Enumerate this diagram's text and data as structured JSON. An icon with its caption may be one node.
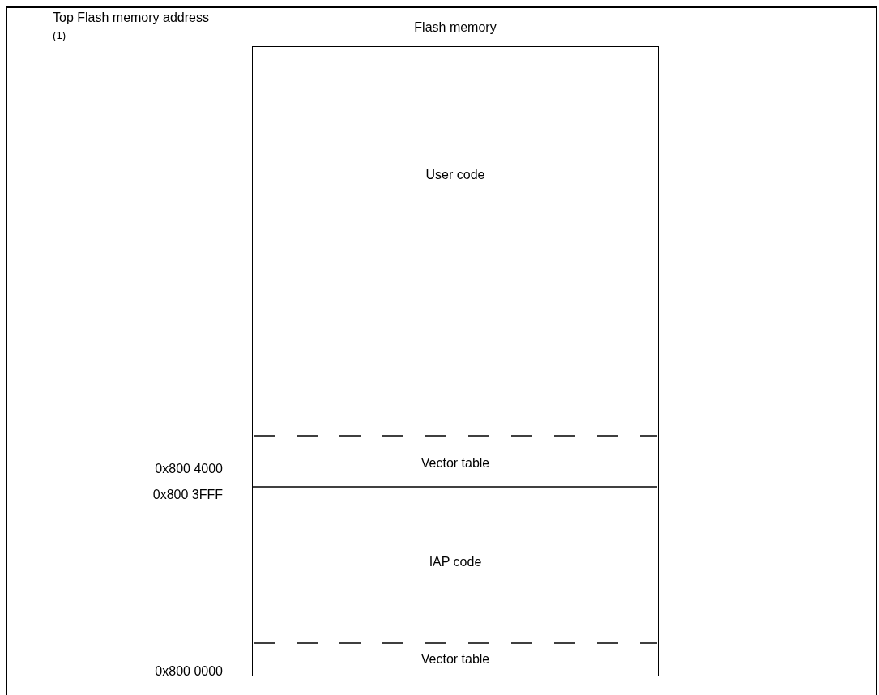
{
  "diagram": {
    "nodes": [
      {
        "text": [
          "Flash memory"
        ]
      },
      {
        "text": [
          "User code"
        ],
        "in": 0
      },
      {
        "text": [
          "Vector table"
        ],
        "in": 0
      },
      {
        "text": [
          "IAP code"
        ],
        "in": 0
      },
      {
        "text": [
          "Vector table"
        ],
        "in": 0
      }
    ],
    "labels": [
      "Top Flash memory address $^{(1)}$",
      "0x800 4000",
      "0x800 3FFF",
      "0x800 0000"
    ]
  }
}
